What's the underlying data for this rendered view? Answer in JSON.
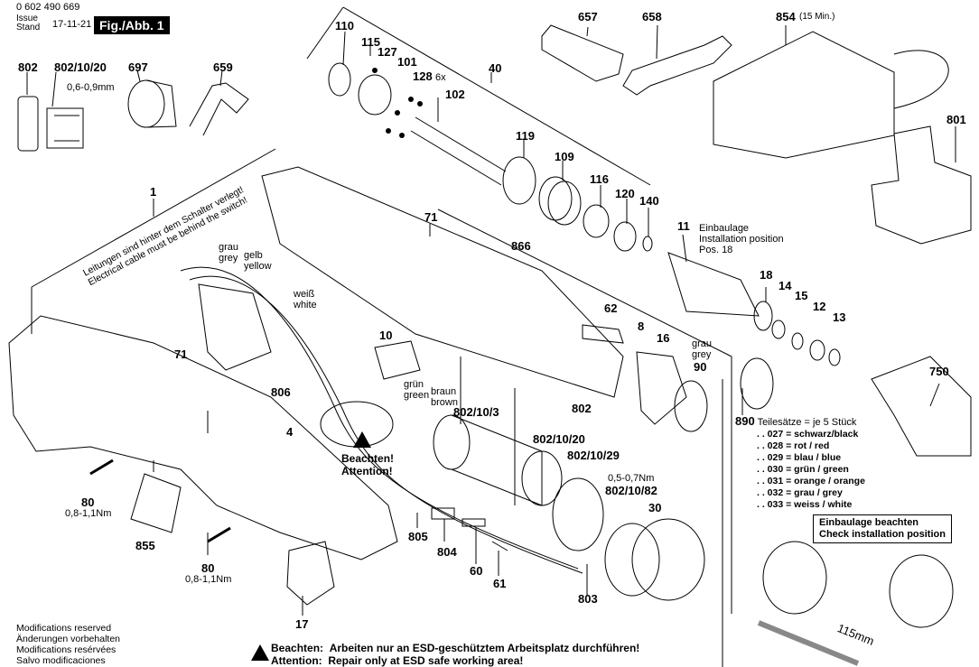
{
  "header": {
    "part_number": "0 602 490 669",
    "issue_label_en": "Issue",
    "issue_label_de": "Stand",
    "issue_date": "17-11-21",
    "figure_label": "Fig./Abb. 1"
  },
  "callouts": {
    "c802a": "802",
    "c802_10_20a": "802/10/20",
    "gap_spec": "0,6-0,9mm",
    "c697": "697",
    "c659": "659",
    "c110": "110",
    "c115": "115",
    "c127": "127",
    "c101": "101",
    "c128": "128",
    "c128_qty": "6x",
    "c102": "102",
    "c40": "40",
    "c119": "119",
    "c109": "109",
    "c116": "116",
    "c120": "120",
    "c140": "140",
    "c657": "657",
    "c658": "658",
    "c854": "854",
    "c854_note": "(15 Min.)",
    "c801": "801",
    "c1": "1",
    "c71a": "71",
    "c71b": "71",
    "c866": "866",
    "c11": "11",
    "c18": "18",
    "c14": "14",
    "c15": "15",
    "c12": "12",
    "c13": "13",
    "c62": "62",
    "c8": "8",
    "c16": "16",
    "c90": "90",
    "c750": "750",
    "c890": "890",
    "c10": "10",
    "c806": "806",
    "c4": "4",
    "c802b": "802",
    "c802_10_3": "802/10/3",
    "c802_10_20b": "802/10/20",
    "c802_10_29": "802/10/29",
    "torque_802_10_82": "0,5-0,7Nm",
    "c802_10_82": "802/10/82",
    "c30": "30",
    "c80a": "80",
    "torque_80a": "0,8-1,1Nm",
    "c80b": "80",
    "torque_80b": "0,8-1,1Nm",
    "c855": "855",
    "c805": "805",
    "c804": "804",
    "c60": "60",
    "c61": "61",
    "c803": "803",
    "c17": "17"
  },
  "wire_colors": {
    "grau": "grau",
    "grey": "grey",
    "gelb": "gelb",
    "yellow": "yellow",
    "weiss": "weiß",
    "white": "white",
    "gruen": "grün",
    "green": "green",
    "braun": "braun",
    "brown": "brown",
    "grau90": "grau",
    "grey90": "grey"
  },
  "notes": {
    "cable_de": "Leitungen sind hinter dem Schalter verlegt!",
    "cable_en": "Electrical cable must be behind the switch!",
    "install_de": "Einbaulage",
    "install_en": "Installation position",
    "install_pos": "Pos. 18",
    "attention_de": "Beachten!",
    "attention_en": "Attention!",
    "check_de": "Einbaulage beachten",
    "check_en": "Check installation position",
    "dimension": "115mm"
  },
  "parts_sets": {
    "head_num": "890",
    "head_text": "Teilesätze = je 5 Stück",
    "rows": [
      ". . 027 = schwarz/black",
      ". . 028 = rot / red",
      ". . 029 = blau / blue",
      ". . 030 = grün / green",
      ". . 031 = orange / orange",
      ". . 032 = grau / grey",
      ". . 033 = weiss / white"
    ]
  },
  "footer": {
    "modifications": [
      "Modifications reserved",
      "Änderungen vorbehalten",
      "Modifications resérvées",
      "Salvo modificaciones"
    ],
    "warning_de_label": "Beachten:",
    "warning_de_text": "Arbeiten nur an ESD-geschütztem Arbeitsplatz durchführen!",
    "warning_en_label": "Attention:",
    "warning_en_text": "Repair only at ESD safe working area!"
  }
}
